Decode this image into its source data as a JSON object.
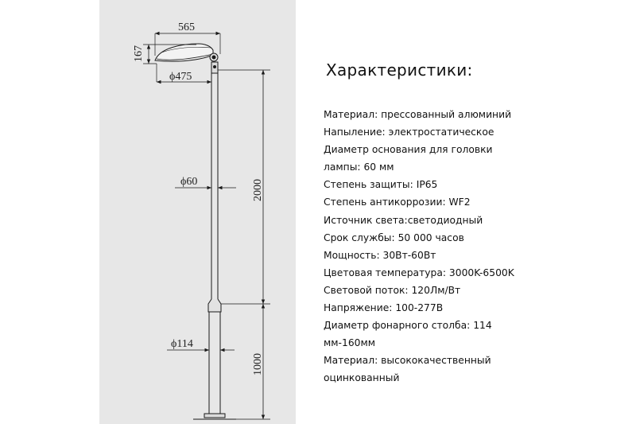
{
  "drawing": {
    "dimensions": {
      "head_width": "565",
      "head_height": "167",
      "head_base_diameter": "ϕ475",
      "pole_top_diameter": "ϕ60",
      "upper_height": "2000",
      "pole_bottom_diameter": "ϕ114",
      "lower_height": "1000"
    },
    "colors": {
      "panel_bg": "#e7e7e7",
      "line": "#1a1a1a"
    }
  },
  "specs": {
    "title": "Характеристики:",
    "lines": [
      "Материал: прессованный алюминий",
      "Напыление: электростатическое",
      "Диаметр основания для головки",
      "лампы: 60 мм",
      "Степень защиты: IP65",
      "Степень антикоррозии: WF2",
      "Источник света:светодиодный",
      "Срок службы: 50 000 часов",
      "Мощность: 30Вт-60Вт",
      "Цветовая температура: 3000K-6500K",
      "Световой поток: 120Лм/Вт",
      "Напряжение: 100-277В",
      "Диаметр фонарного столба: 114",
      "мм-160мм",
      "Материал: высококачественный",
      "оцинкованный"
    ]
  }
}
